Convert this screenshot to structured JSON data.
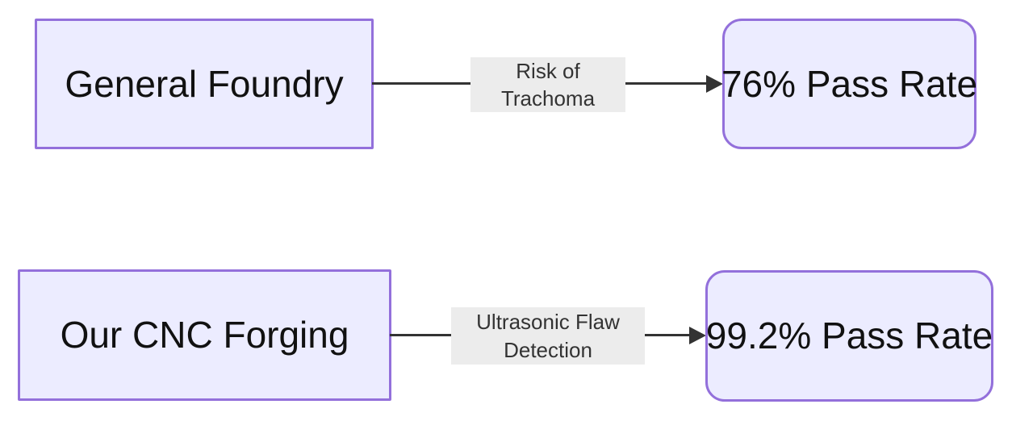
{
  "diagram": {
    "type": "flowchart-comparison",
    "colors": {
      "bg": "#ffffff",
      "node_fill": "#ECECFF",
      "node_border": "#9370DB",
      "edge_label_bg": "#ECECEC",
      "arrow": "#333333",
      "text": "#111111"
    },
    "rows": [
      {
        "source": {
          "label": "General Foundry",
          "shape": "rectangle"
        },
        "edge": {
          "label": "Risk of Trachoma"
        },
        "target": {
          "label": "76% Pass Rate",
          "shape": "rounded-rectangle"
        }
      },
      {
        "source": {
          "label": "Our CNC Forging",
          "shape": "rectangle"
        },
        "edge": {
          "label": "Ultrasonic Flaw Detection"
        },
        "target": {
          "label": "99.2% Pass Rate",
          "shape": "rounded-rectangle"
        }
      }
    ]
  }
}
